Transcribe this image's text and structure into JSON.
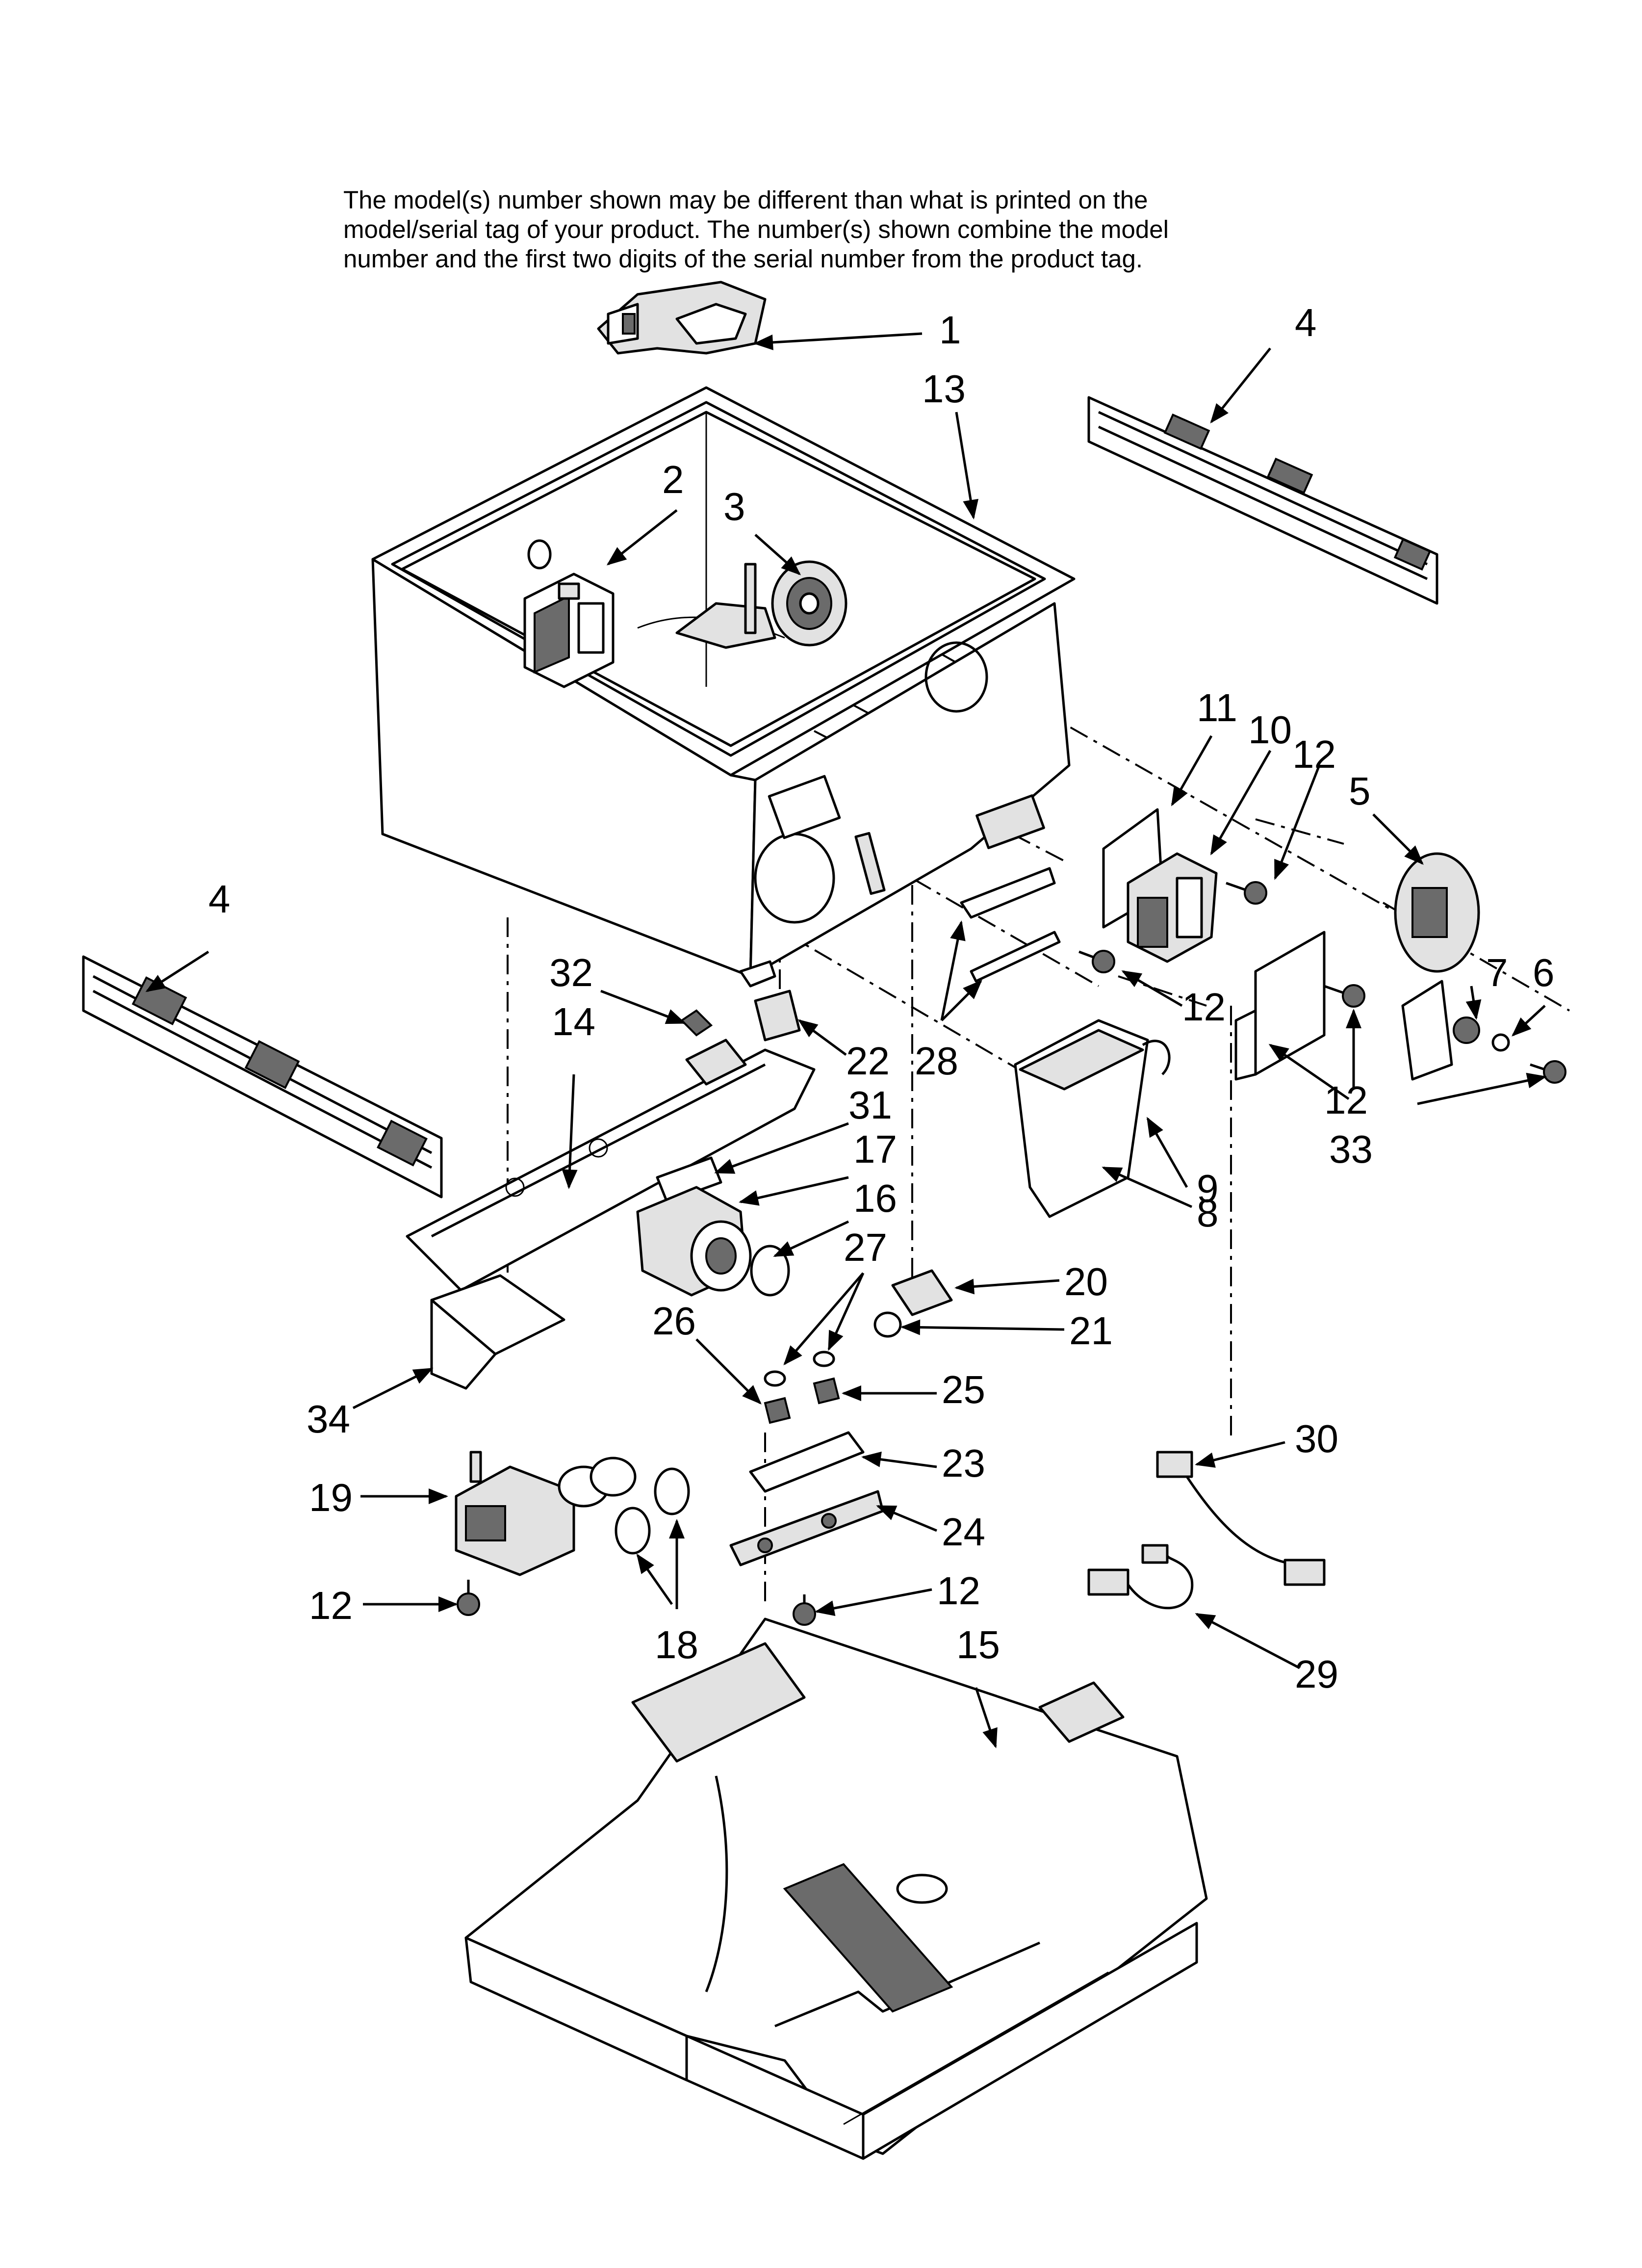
{
  "note": {
    "line1": "The model(s) number shown may be different than what is printed on the",
    "line2": "model/serial tag of your product. The number(s) shown combine the model",
    "line3": "number and the first two digits of the serial number from the product tag."
  },
  "callouts": {
    "c1": "1",
    "c13": "13",
    "c4a": "4",
    "c2": "2",
    "c3": "3",
    "c11": "11",
    "c10": "10",
    "c12a": "12",
    "c5": "5",
    "c4b": "4",
    "c32": "32",
    "c14": "14",
    "c22": "22",
    "c28": "28",
    "c12b": "12",
    "c7": "7",
    "c6": "6",
    "c31": "31",
    "c9": "9",
    "c12c": "12",
    "c33": "33",
    "c17": "17",
    "c16": "16",
    "c8": "8",
    "c27": "27",
    "c20": "20",
    "c26": "26",
    "c21": "21",
    "c25": "25",
    "c34": "34",
    "c30": "30",
    "c23": "23",
    "c19": "19",
    "c24": "24",
    "c12d": "12",
    "c12e": "12",
    "c18": "18",
    "c15": "15",
    "c29": "29"
  }
}
